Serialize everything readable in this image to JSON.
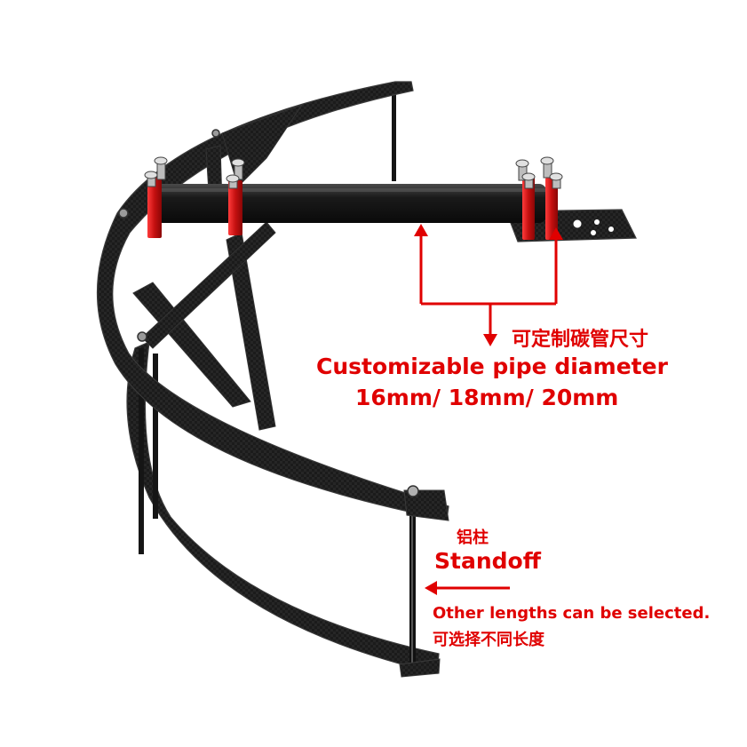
{
  "image": {
    "subject": "carbon fiber propeller guard with arm tube, clamps and standoffs",
    "colors": {
      "carbon": "#1d1d1d",
      "carbon_edge": "#3a3a3a",
      "clamp": "#d01818",
      "annotation": "#e00000",
      "background": "#ffffff"
    }
  },
  "annotations": {
    "pipe_cn": "可定制碳管尺寸",
    "pipe_en": "Customizable pipe diameter",
    "pipe_sizes": "16mm/ 18mm/ 20mm",
    "standoff_cn": "铝柱",
    "standoff_en": "Standoff",
    "lengths_en": "Other lengths can be selected.",
    "lengths_cn": "可选择不同长度"
  }
}
